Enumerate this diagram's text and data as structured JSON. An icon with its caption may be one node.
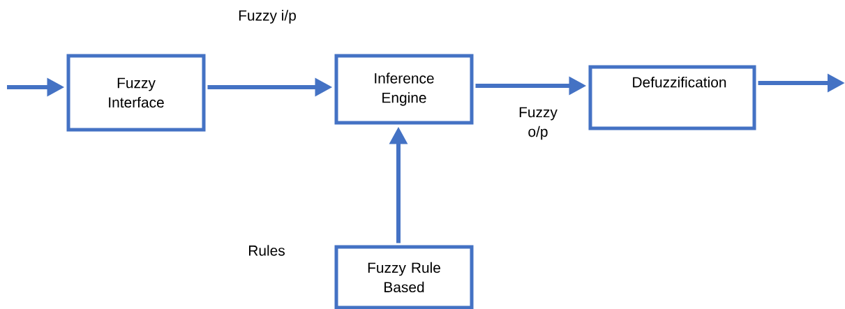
{
  "diagram": {
    "nodes": [
      {
        "text": [
          "Fuzzy Interface"
        ]
      },
      {
        "text": [
          "Inference Engine"
        ]
      },
      {
        "text": [
          "Defuzzification"
        ]
      },
      {
        "text": [
          "Fuzzy Rule Based"
        ]
      }
    ],
    "edges": [
      {
        "from": null,
        "to": 0,
        "arrow": "to"
      },
      {
        "from": 0,
        "to": 1,
        "arrow": "to"
      },
      {
        "from": 1,
        "to": 2,
        "arrow": "to"
      },
      {
        "from": 3,
        "to": 1,
        "arrow": "to"
      },
      {
        "from": 2,
        "to": null,
        "arrow": "to"
      }
    ],
    "labels": [
      "Fuzzy i/p",
      "Rules",
      "Fuzzy o/p"
    ]
  }
}
